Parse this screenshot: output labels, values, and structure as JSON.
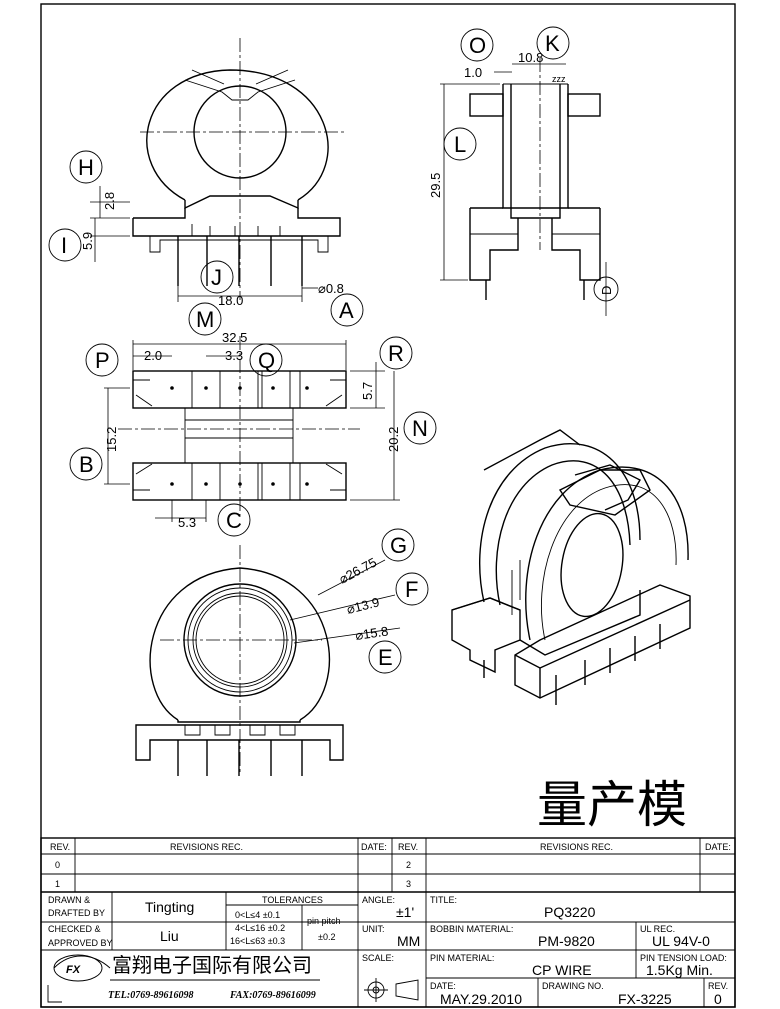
{
  "dimensions": {
    "top_view": {
      "w_1_0": "1.0",
      "w_10_8": "10.8",
      "zzz": "zzz",
      "h_29_5": "29.5"
    },
    "front_view": {
      "h_2_8": "2.8",
      "h_5_9": "5.9",
      "w_18_0": "18.0",
      "pin_dia": "⌀0.8"
    },
    "bottom_view": {
      "w_32_5": "32.5",
      "w_2_0": "2.0",
      "w_3_3": "3.3",
      "h_5_7": "5.7",
      "h_15_2": "15.2",
      "h_20_2": "20.2",
      "w_5_3": "5.3"
    },
    "side_view": {
      "d_26_75": "⌀26.75",
      "d_13_9": "⌀13.9",
      "d_15_8": "⌀15.8"
    }
  },
  "callouts": [
    "O",
    "K",
    "L",
    "D",
    "H",
    "I",
    "J",
    "A",
    "M",
    "P",
    "Q",
    "R",
    "N",
    "B",
    "C",
    "G",
    "F",
    "E"
  ],
  "stamp": "量产模",
  "title_block": {
    "rev_header": "REV.",
    "revisions_header": "REVISIONS  REC.",
    "date_header": "DATE:",
    "rev_rows_left": [
      "0",
      "1"
    ],
    "rev_rows_right": [
      "2",
      "3"
    ],
    "drawn_by_label_1": "DRAWN  &",
    "drawn_by_label_2": "DRAFTED  BY",
    "drawn_by": "Tingting",
    "checked_label_1": "CHECKED  &",
    "checked_label_2": "APPROVED  BY",
    "checked_by": "Liu",
    "tolerances_label": "TOLERANCES",
    "tol_rows": [
      "0<L≤4    ±0.1",
      "4<L≤16  ±0.2",
      "16<L≤63  ±0.3"
    ],
    "pin_pitch_label": "pin  pitch",
    "pin_pitch_value": "±0.2",
    "angle_label": "ANGLE:",
    "angle_value": "±1'",
    "unit_label": "UNIT:",
    "unit_value": "MM",
    "scale_label": "SCALE:",
    "title_label": "TITLE:",
    "title_value": "PQ3220",
    "bobbin_label": "BOBBIN  MATERIAL:",
    "bobbin_value": "PM-9820",
    "ul_label": "UL  REC.",
    "ul_value": "UL  94V-0",
    "pin_material_label": "PIN  MATERIAL:",
    "pin_material_value": "CP  WIRE",
    "pin_tension_label": "PIN  TENSION  LOAD:",
    "pin_tension_value": "1.5Kg  Min.",
    "date_label": "DATE:",
    "date_value": "MAY.29.2010",
    "drawing_no_label": "DRAWING  NO.",
    "drawing_no_value": "FX-3225",
    "rev_label": "REV.",
    "rev_value": "0",
    "company_name": "富翔电子国际有限公司",
    "logo_text": "FX",
    "tel": "TEL:0769-89616098",
    "fax": "FAX:0769-89616099"
  }
}
